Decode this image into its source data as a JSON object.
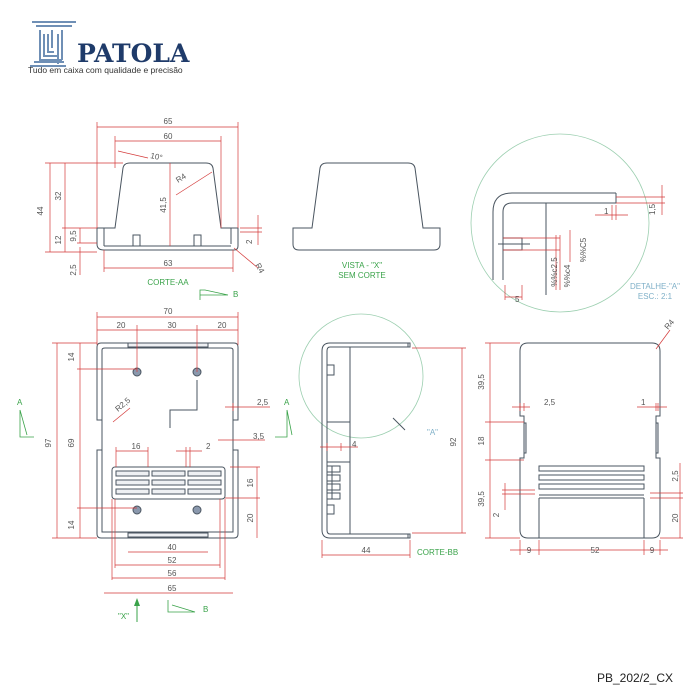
{
  "logo": {
    "name": "PATOLA",
    "tagline": "Tudo em caixa com qualidade e precisão",
    "colors": {
      "brand": "#1f3b6a"
    }
  },
  "drawing_code": "PB_202/2_CX",
  "corte_aa": {
    "title": "CORTE-AA",
    "dims": {
      "w65": "65",
      "w60": "60",
      "angle": "10°",
      "r4": "R4",
      "h44": "44",
      "h32": "32",
      "h12": "12",
      "h9_5": "9,5",
      "h2_5": "2,5",
      "h41_5": "41,5",
      "w63": "63",
      "t2": "2",
      "r4b": "R4"
    }
  },
  "vista_x": {
    "title": "VISTA - \"X\"",
    "subtitle": "SEM CORTE"
  },
  "detalhe_a": {
    "title": "DETALHE-\"A\"",
    "scale": "ESC.: 2:1",
    "dims": {
      "d1": "1",
      "d1_5": "1,5",
      "d5": "5",
      "dc5": "%%C5",
      "dc2_5": "%%c2,5",
      "dc4": "%%c4"
    }
  },
  "planta": {
    "dims": {
      "w70": "70",
      "w20a": "20",
      "w30": "30",
      "w20b": "20",
      "h97": "97",
      "h14a": "14",
      "h69": "69",
      "h14b": "14",
      "r2_5": "R2,5",
      "d2_5": "2,5",
      "d3_5": "3,5",
      "d16": "16",
      "d2": "2",
      "h16": "16",
      "h20": "20",
      "w40": "40",
      "w52": "52",
      "w56": "56",
      "w65": "65"
    },
    "markers": {
      "a_left": "A",
      "a_right": "A",
      "b": "B",
      "b_top": "B",
      "x": "\"X\""
    }
  },
  "corte_bb": {
    "title": "CORTE-BB",
    "detail_ref": "\"A\"",
    "dims": {
      "h92": "92",
      "w44": "44",
      "d4": "4"
    }
  },
  "lateral": {
    "dims": {
      "r4": "R4",
      "h39_5a": "39,5",
      "h18": "18",
      "h39_5b": "39,5",
      "d2_5": "2,5",
      "d1": "1",
      "d2_5r": "2,5",
      "d20": "20",
      "d2": "2",
      "w9a": "9",
      "w52": "52",
      "w9b": "9"
    }
  }
}
